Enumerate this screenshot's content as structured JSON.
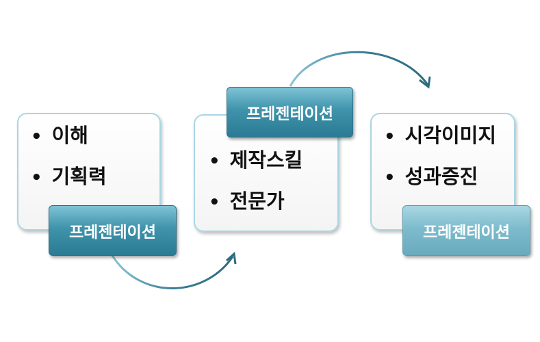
{
  "steps": [
    {
      "label": "프레젠테이션",
      "items": [
        "이해",
        "기획력"
      ]
    },
    {
      "label": "프레젠테이션",
      "items": [
        "제작스킬",
        "전문가"
      ]
    },
    {
      "label": "프레젠테이션",
      "items": [
        "시각이미지",
        "성과증진"
      ]
    }
  ],
  "colors": {
    "card_border": "#a9d6e3",
    "tag_dark": "#3f93ab",
    "tag_light": "#7dbccd",
    "arrow": "#3a7f95"
  }
}
